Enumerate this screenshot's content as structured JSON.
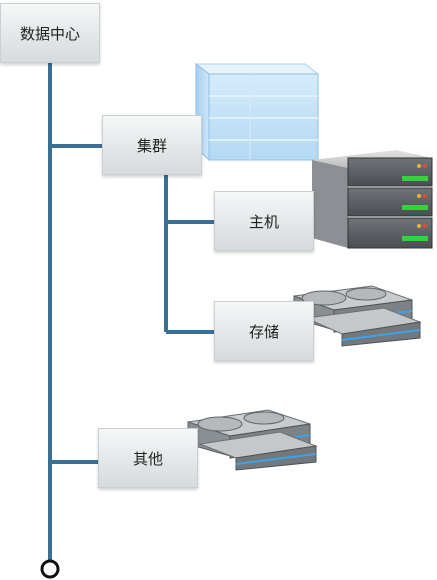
{
  "nodes": {
    "datacenter": "数据中心",
    "cluster": "集群",
    "host": "主机",
    "storage": "存储",
    "other": "其他"
  },
  "icons": {
    "cluster": "glass-cube-icon",
    "host": "server-rack-icon",
    "storage": "disk-drives-icon",
    "other": "disk-drives-icon"
  },
  "colors": {
    "line": "#3a6f96",
    "node_border": "#c9cfd2"
  }
}
